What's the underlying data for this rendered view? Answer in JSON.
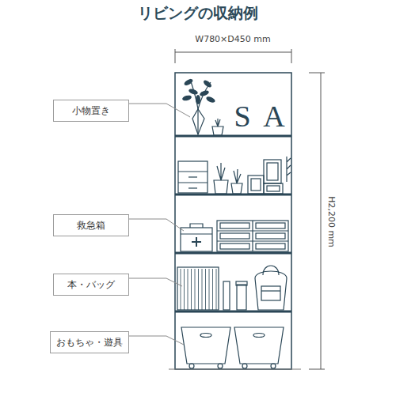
{
  "diagram": {
    "title": "リビングの収納例",
    "nodes": [
      {
        "text": [
          "小物置き"
        ]
      },
      {
        "text": [
          "救急箱"
        ]
      },
      {
        "text": [
          "本・バッグ"
        ]
      },
      {
        "text": [
          "おもちゃ・遊具"
        ]
      }
    ],
    "labels": [
      "W780×D450 mm",
      "H2,200 mm",
      "S",
      "A"
    ]
  }
}
